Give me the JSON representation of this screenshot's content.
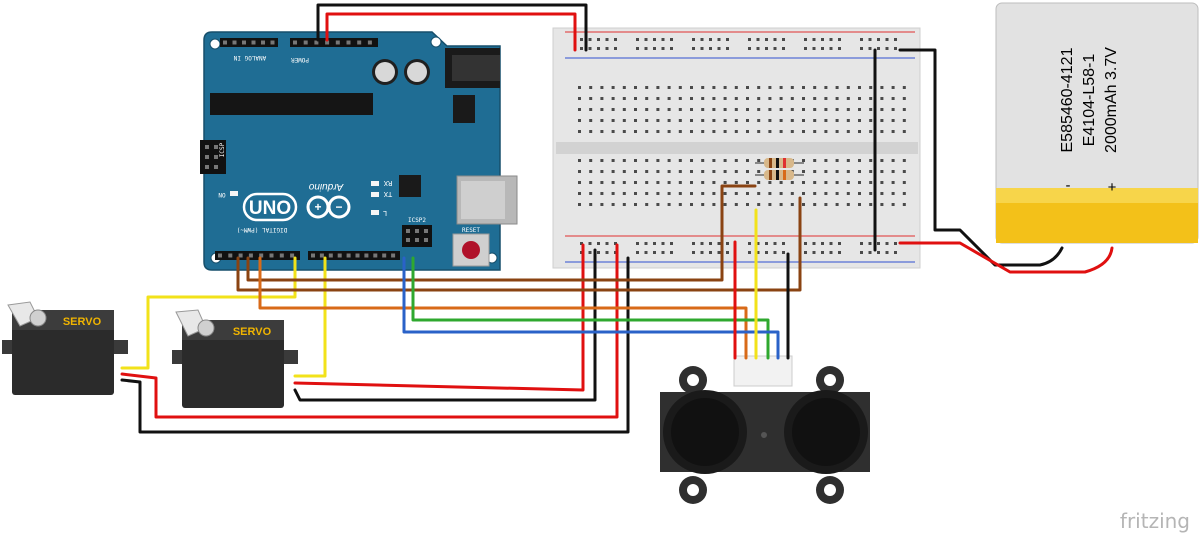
{
  "watermark": "fritzing",
  "arduino": {
    "brand": "Arduino",
    "model": "UNO",
    "section_analog": "ANALOG IN",
    "section_power": "POWER",
    "section_digital": "DIGITAL (PWM~)",
    "label_icsp": "ICSP",
    "label_icsp2": "ICSP2",
    "label_on": "ON",
    "label_tx": "TX",
    "label_rx": "RX",
    "label_l": "L",
    "label_reset": "RESET"
  },
  "battery": {
    "line1": "E585460-4121",
    "line2": "E4104-L58-1",
    "line3": "2000mAh 3.7V",
    "minus": "-",
    "plus": "+"
  },
  "servo": {
    "label_left": "SERVO",
    "label_right": "SERVO"
  },
  "colors": {
    "arduino_blue": "#1f6d94",
    "wire_red": "#e01010",
    "wire_black": "#111111",
    "wire_yellow": "#f2e21a",
    "wire_brown": "#8a4312",
    "wire_orange": "#d86a18",
    "wire_green": "#2fa82f",
    "wire_blue": "#2a62c8",
    "battery_yellow": "#f3c119",
    "battery_gray": "#e2e2e2",
    "breadboard": "#e6e6e6",
    "servo_body": "#2b2b2b",
    "servo_label": "#f0b400"
  }
}
